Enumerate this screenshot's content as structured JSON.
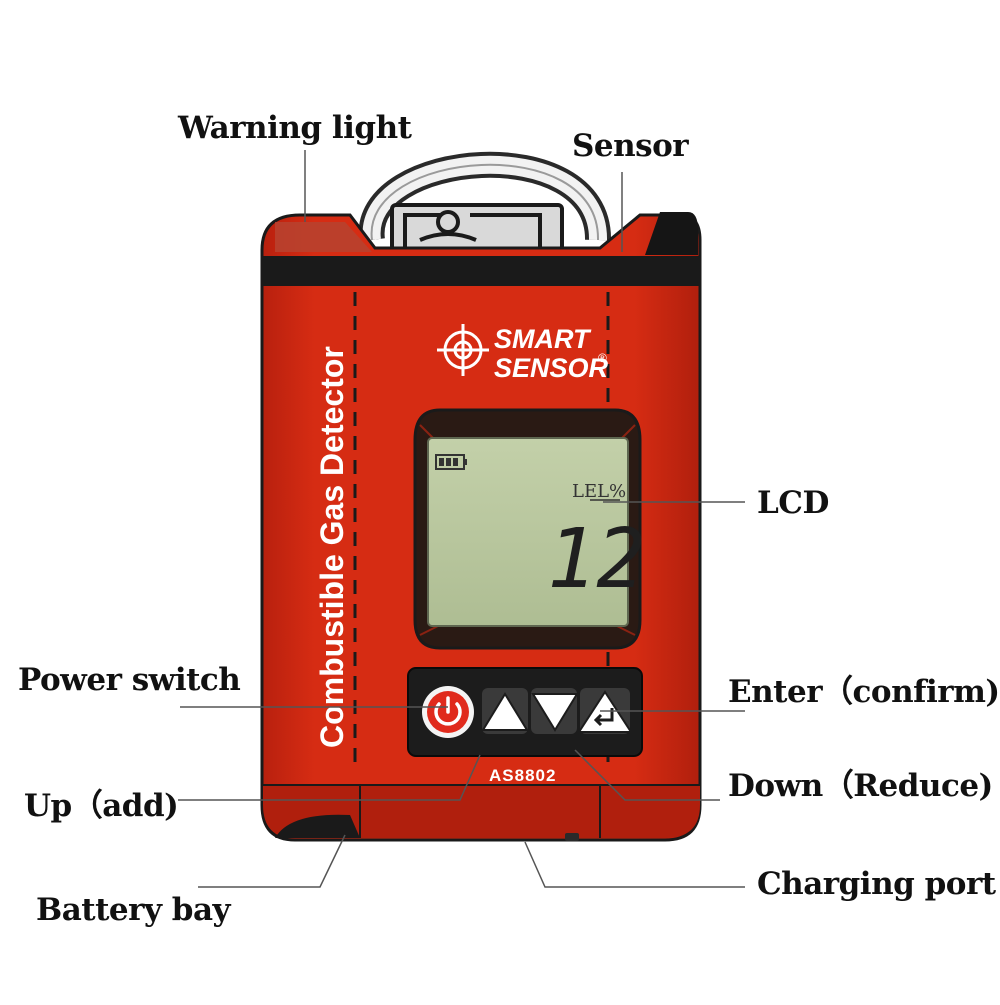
{
  "device": {
    "brand_line1": "SMART",
    "brand_line2": "SENSOR",
    "registered_mark": "®",
    "side_text": "Combustible Gas Detector",
    "model": "AS8802",
    "lcd": {
      "unit": "LEL%",
      "reading": "12",
      "battery_icon": "battery-full-icon"
    },
    "buttons": {
      "power_icon": "power-icon",
      "up_icon": "triangle-up-icon",
      "down_icon": "triangle-down-icon",
      "enter_icon": "enter-return-icon"
    }
  },
  "callouts": {
    "warning_light": "Warning light",
    "sensor": "Sensor",
    "lcd": "LCD",
    "power_switch": "Power switch",
    "enter": "Enter（confirm)",
    "up": "Up（add)",
    "down": "Down（Reduce)",
    "charging_port": "Charging port",
    "battery_bay": "Battery bay"
  },
  "colors": {
    "body_red": "#d42a12",
    "body_dark_red": "#a81c0c",
    "top_band": "#1a1a1a",
    "lcd_green": "#b9c79f",
    "keypad": "#1c1c1c",
    "power_button": "#e02a1c"
  }
}
